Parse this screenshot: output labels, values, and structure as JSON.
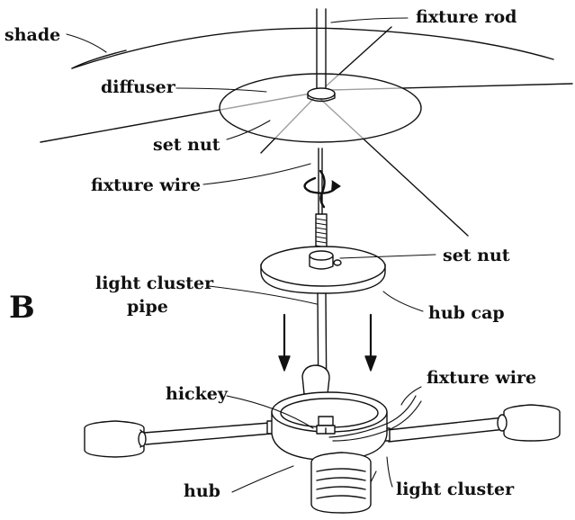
{
  "figure": {
    "panel_letter": "B",
    "labels": {
      "shade": "shade",
      "fixture_rod": "fixture rod",
      "diffuser": "diffuser",
      "set_nut_upper": "set nut",
      "fixture_wire_upper": "fixture wire",
      "set_nut_lower": "set nut",
      "light_cluster_pipe_line1": "light cluster",
      "light_cluster_pipe_line2": "pipe",
      "hub_cap": "hub cap",
      "hickey": "hickey",
      "fixture_wire_lower": "fixture wire",
      "hub": "hub",
      "light_cluster": "light cluster"
    }
  }
}
